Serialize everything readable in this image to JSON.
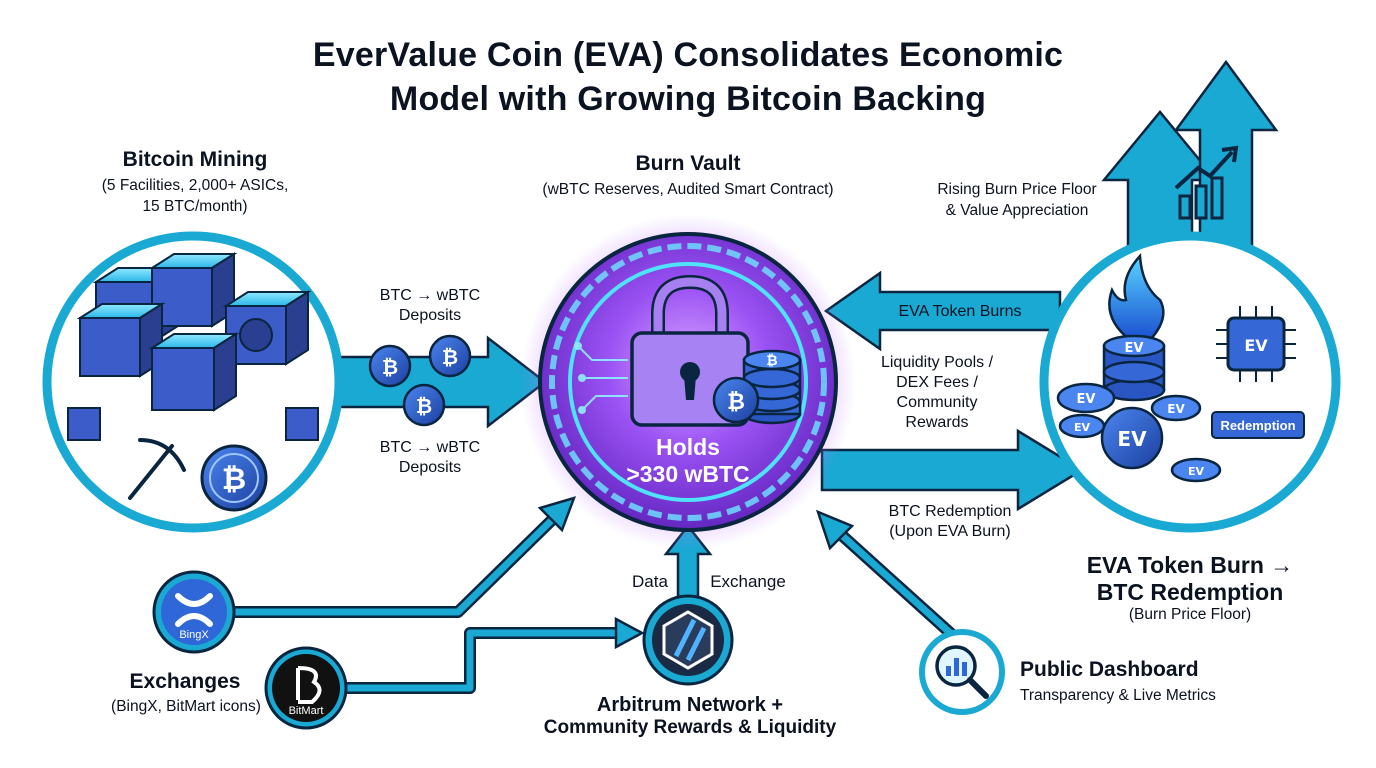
{
  "title": {
    "line1": "EverValue Coin (EVA) Consolidates Economic",
    "line2": "Model with Growing Bitcoin Backing"
  },
  "mining": {
    "heading": "Bitcoin Mining",
    "detail1": "(5 Facilities, 2,000+ ASICs,",
    "detail2": "15 BTC/month)",
    "coin_icon": "bitcoin-coin-icon",
    "tool_icon": "pickaxe-icon"
  },
  "vault": {
    "heading": "Burn Vault",
    "detail": "(wBTC Reserves, Audited Smart Contract)",
    "holds1": "Holds",
    "holds2": ">330 wBTC",
    "icon": "padlock-icon"
  },
  "flows": {
    "deposits_top1": "BTC → wBTC",
    "deposits_top2": "Deposits",
    "deposits_bottom1": "BTC → wBTC",
    "deposits_bottom2": "Deposits",
    "token_burns": "EVA Token Burns",
    "liquidity1": "Liquidity Pools /",
    "liquidity2": "DEX Fees /",
    "liquidity3": "Community",
    "liquidity4": "Rewards",
    "redemption1": "BTC Redemption",
    "redemption2": "(Upon EVA Burn)",
    "data": "Data",
    "exchange": "Exchange"
  },
  "appreciation": {
    "line1": "Rising Burn Price Floor",
    "line2": "& Value Appreciation",
    "icon": "rising-chart-icon"
  },
  "burn": {
    "heading1": "EVA Token Burn →",
    "heading2": "BTC Redemption",
    "detail": "(Burn Price Floor)",
    "badge": "Redemption",
    "flame_icon": "flame-icon",
    "chip_icon": "eva-chip-icon"
  },
  "exchanges": {
    "heading": "Exchanges",
    "detail": "(BingX, BitMart icons)",
    "bingx": "BingX",
    "bitmart": "BitMart"
  },
  "arbitrum": {
    "line1": "Arbitrum Network +",
    "line2": "Community Rewards & Liquidity"
  },
  "dashboard": {
    "heading": "Public Dashboard",
    "detail": "Transparency & Live Metrics",
    "icon": "magnifier-chart-icon"
  },
  "colors": {
    "arrow": "#19a9d2",
    "arrow_stroke": "#0a2540",
    "vault_purple": "#8a44f0",
    "neon": "#4fe3ff",
    "server_blue": "#3b5cc9",
    "coin_blue": "#2f67d8"
  }
}
